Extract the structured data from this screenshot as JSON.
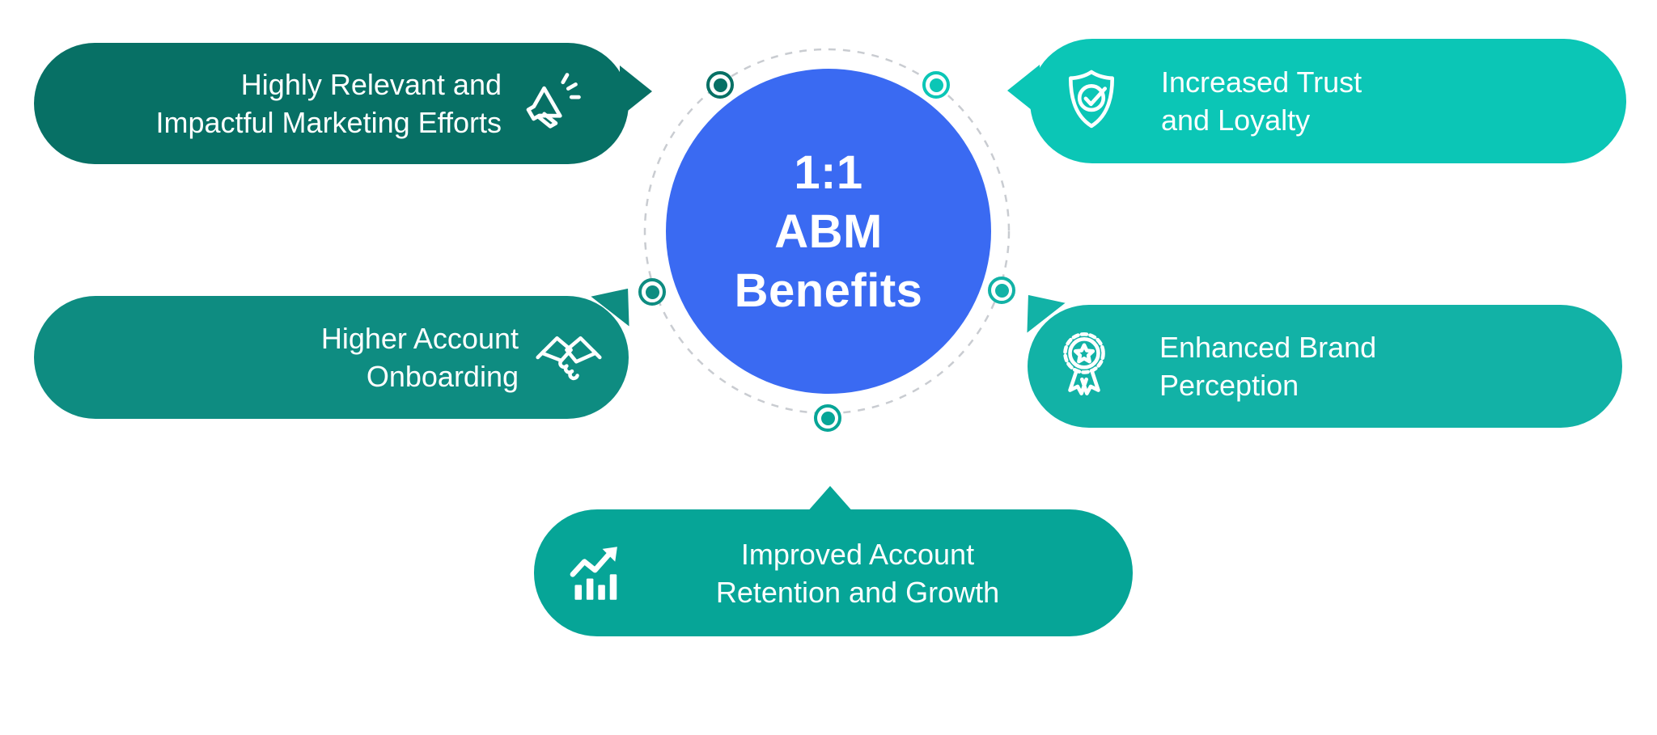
{
  "infographic": {
    "title_lines": [
      "1:1",
      "ABM",
      "Benefits"
    ],
    "center_color": "#3a6af2",
    "center_text_color": "#ffffff",
    "dashed_ring_color": "#c9ccd1",
    "benefits": [
      {
        "id": "marketing",
        "label_lines": [
          "Highly Relevant and",
          "Impactful Marketing Efforts"
        ],
        "color": "#077065",
        "icon": "megaphone-icon",
        "position": "top-left"
      },
      {
        "id": "trust",
        "label_lines": [
          "Increased Trust",
          "and Loyalty"
        ],
        "color": "#0bc6b6",
        "icon": "shield-check-icon",
        "position": "top-right"
      },
      {
        "id": "onboarding",
        "label_lines": [
          "Higher Account",
          "Onboarding"
        ],
        "color": "#0e8c81",
        "icon": "handshake-icon",
        "position": "middle-left"
      },
      {
        "id": "brand",
        "label_lines": [
          "Enhanced Brand",
          "Perception"
        ],
        "color": "#12b2a6",
        "icon": "award-ribbon-icon",
        "position": "middle-right"
      },
      {
        "id": "retention",
        "label_lines": [
          "Improved Account",
          "Retention and Growth"
        ],
        "color": "#06a597",
        "icon": "growth-chart-icon",
        "position": "bottom-center"
      }
    ]
  }
}
